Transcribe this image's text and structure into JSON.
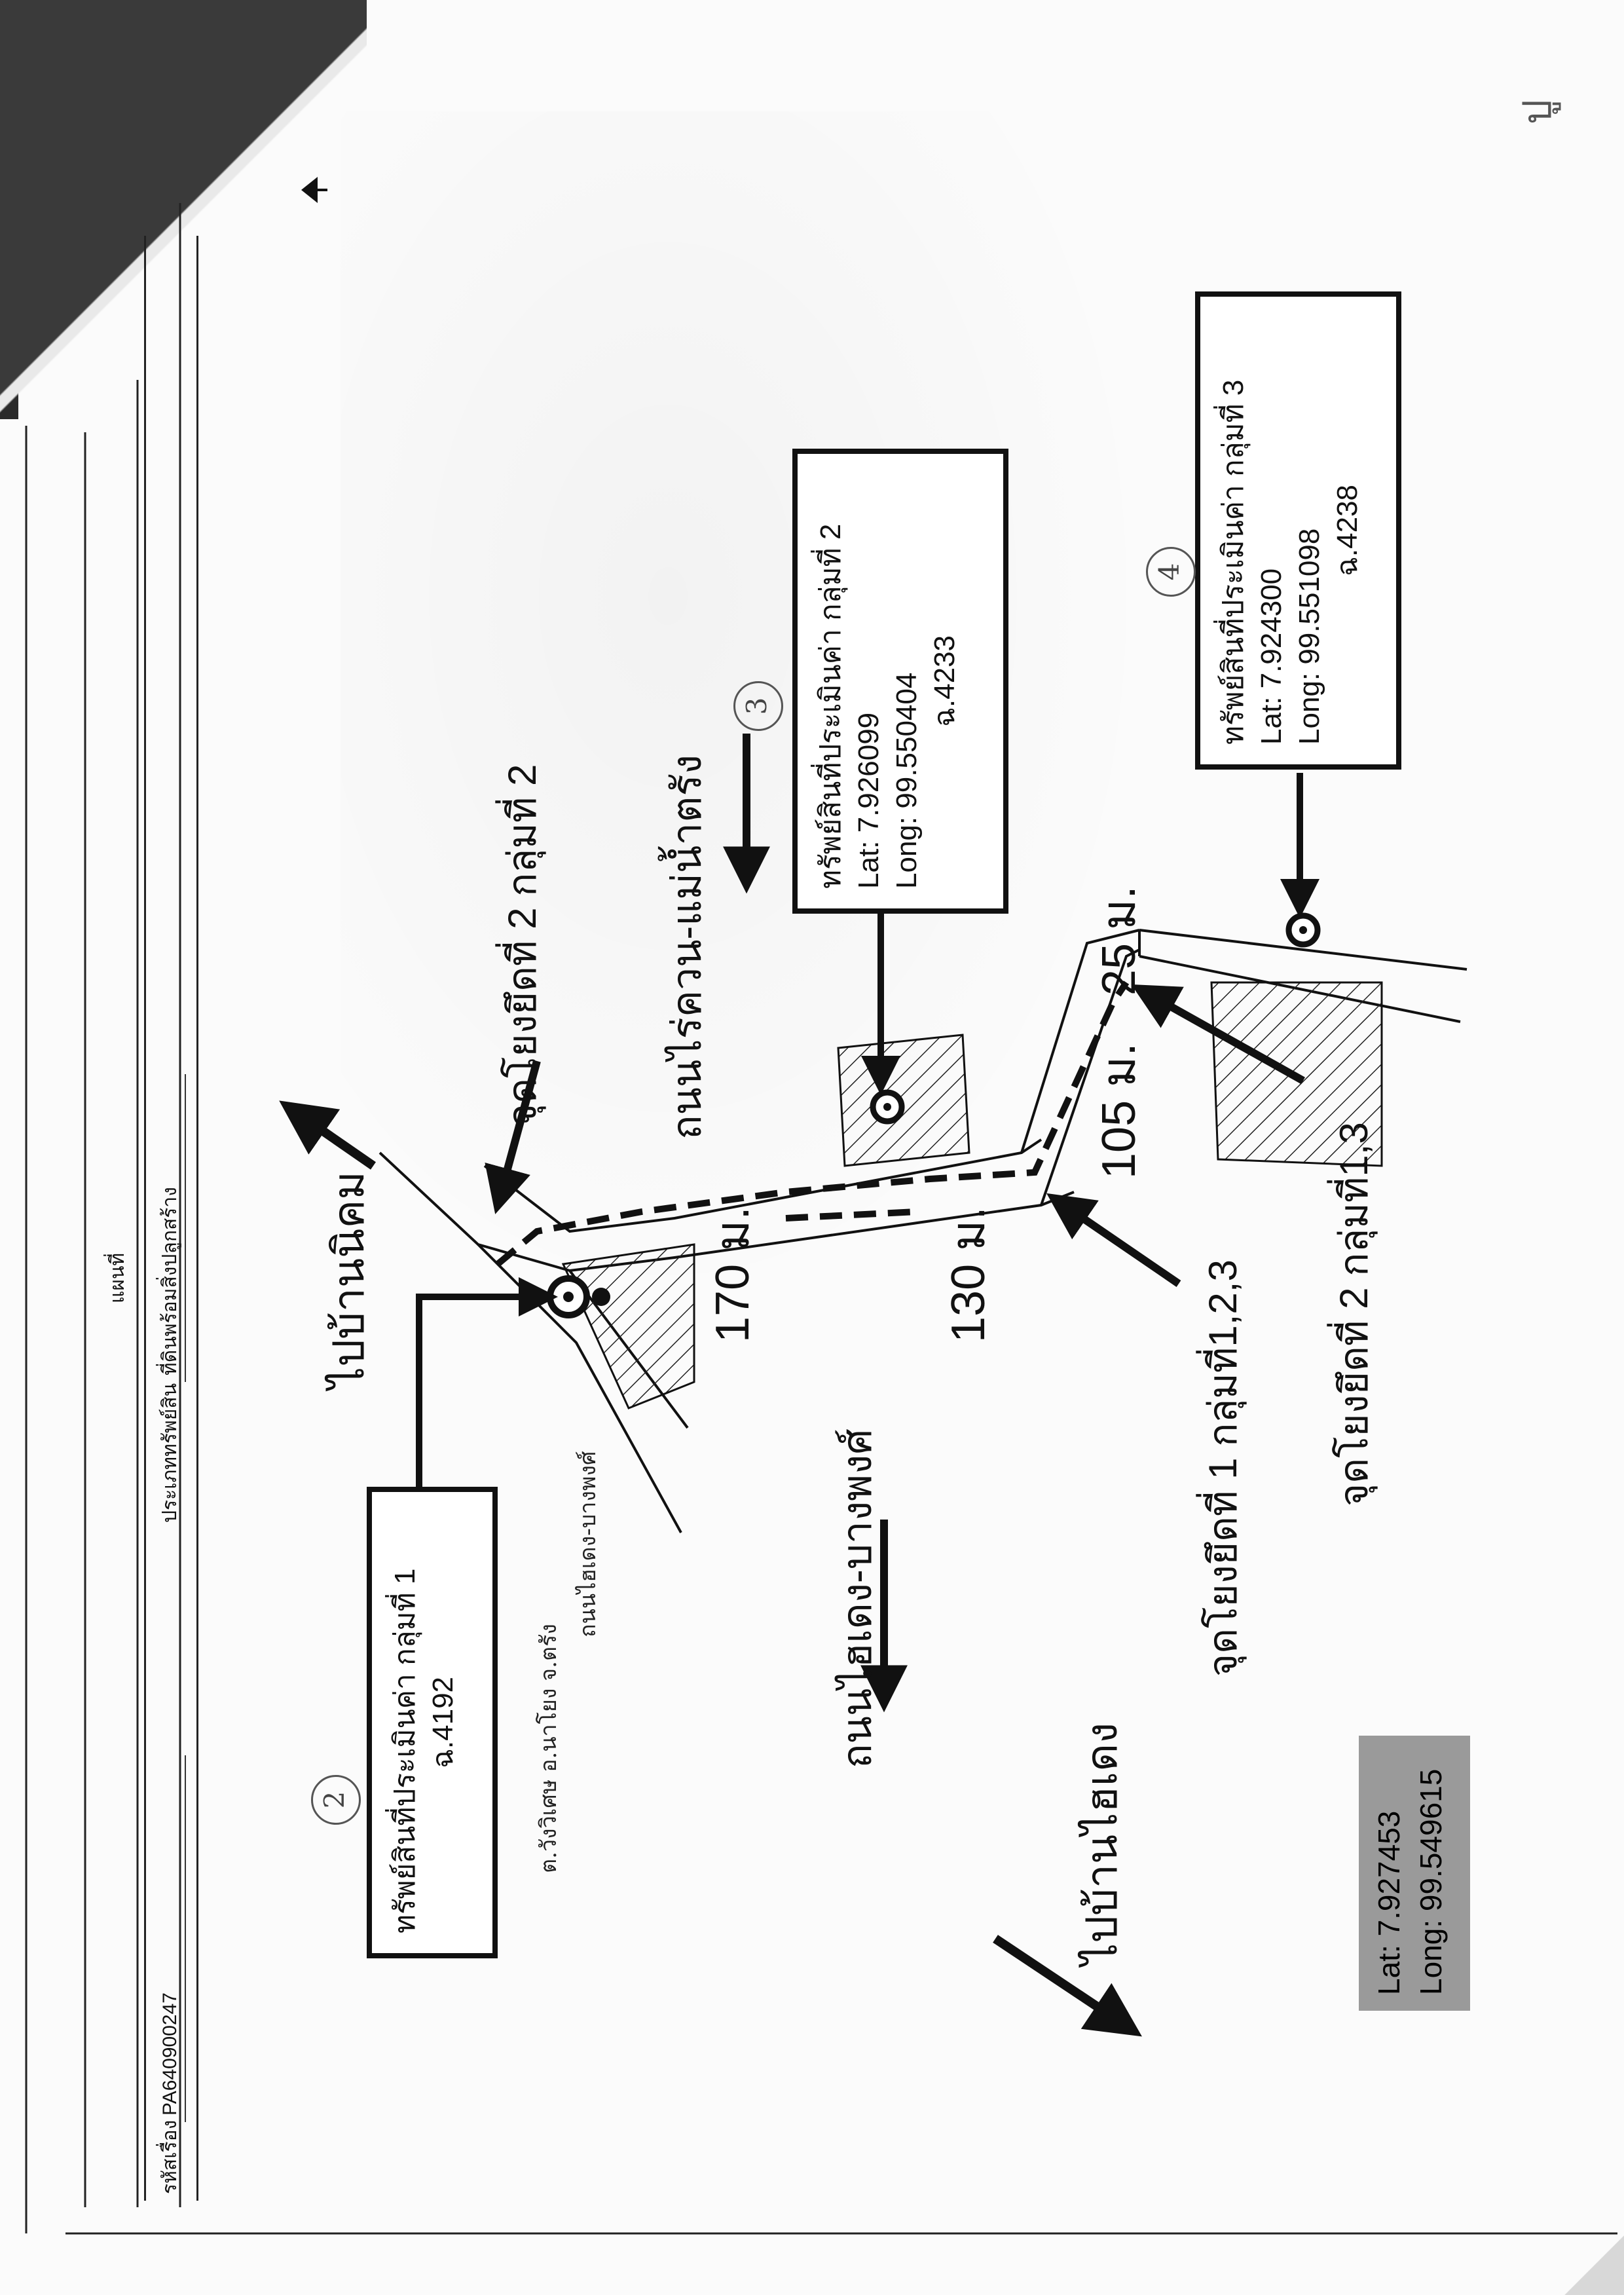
{
  "form": {
    "case_code_label": "รหัสเรื่อง",
    "case_code_value": "PA640900247",
    "asset_type_label": "ประเภททรัพย์สิน",
    "asset_type_value": "ที่ดินพร้อมสิ่งปลูกสร้าง",
    "map_label": "แผนที่",
    "top_right_mark": "ปู"
  },
  "directions": {
    "to_ban_nikhom": "ไปบ้านนิคม",
    "to_ban_haideng": "ไปบ้านไฮเดง"
  },
  "roads": {
    "rai_khuan_mae_nam_trang": "ถนนไร่ควน-แม่น้ำตรัง",
    "haideng_bang_phong": "ถนนไฮเดง-บางพงศ์"
  },
  "connection_points": {
    "group2_point2": "จุดโยงยึดที่ 2 กลุ่มที่ 2",
    "group123_point1": "จุดโยงยึดที่ 1 กลุ่มที่1,2,3",
    "group13_point2": "จุดโยงยึดที่ 2 กลุ่มที่1,3"
  },
  "distances": {
    "d170": "170 ม.",
    "d130": "130 ม.",
    "d105": "105 ม.",
    "d25": "25 ม."
  },
  "assets": [
    {
      "number": "2",
      "title": "ทรัพย์สินที่ประเมินค่า กลุ่มที่ 1",
      "deed": "ฉ.4192"
    },
    {
      "number": "3",
      "title": "ทรัพย์สินที่ประเมินค่า กลุ่มที่ 2",
      "lat": "Lat: 7.926099",
      "long": "Long: 99.550404",
      "deed": "ฉ.4233"
    },
    {
      "number": "4",
      "title": "ทรัพย์สินที่ประเมินค่า กลุ่มที่ 3",
      "lat": "Lat: 7.924300",
      "long": "Long: 99.551098",
      "deed": "ฉ.4238"
    }
  ],
  "handwritten": {
    "line1": "ต.วังวิเศษ อ.นาโยง จ.ตรัง",
    "line2": "ถนนไฮเดง-บางพงศ์"
  },
  "coords": {
    "lat": "Lat: 7.927453",
    "long": "Long: 99.549615"
  }
}
